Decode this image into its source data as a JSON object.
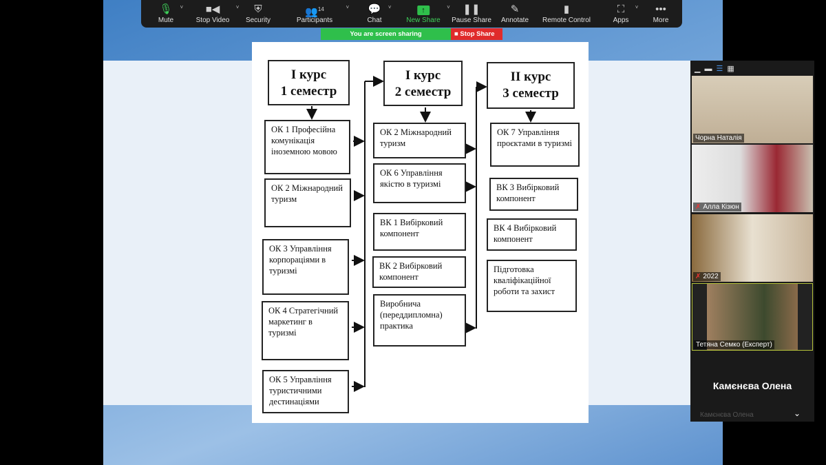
{
  "toolbar": {
    "items": [
      {
        "label": "Mute",
        "icon": "microphone-icon"
      },
      {
        "label": "Stop Video",
        "icon": "video-camera-icon"
      },
      {
        "label": "Security",
        "icon": "shield-icon"
      },
      {
        "label": "Participants",
        "icon": "participants-icon",
        "count": "14"
      },
      {
        "label": "Chat",
        "icon": "chat-icon"
      },
      {
        "label": "New Share",
        "icon": "share-icon"
      },
      {
        "label": "Pause Share",
        "icon": "pause-icon"
      },
      {
        "label": "Annotate",
        "icon": "pencil-icon"
      },
      {
        "label": "Remote Control",
        "icon": "mouse-icon"
      },
      {
        "label": "Apps",
        "icon": "apps-icon"
      },
      {
        "label": "More",
        "icon": "more-icon"
      }
    ]
  },
  "sharing": {
    "status": "You are screen sharing",
    "stop": "Stop Share"
  },
  "diagram": {
    "col1": {
      "header1": "I курс",
      "header2": "1 семестр",
      "boxes": [
        "ОК 1 Професійна комунікація іноземною мовою",
        "ОК 2 Міжнародний туризм",
        "ОК 3 Управління корпораціями в туризмі",
        "ОК 4 Стратегічний маркетинг в туризмі",
        "ОК 5 Управління туристичними дестинаціями"
      ]
    },
    "col2": {
      "header1": "І курс",
      "header2": "2 семестр",
      "boxes": [
        "ОК 2 Міжнародний туризм",
        "ОК 6 Управління якістю в туризмі",
        "ВК 1 Вибірковий компонент",
        "ВК 2 Вибірковий компонент",
        "Виробнича (переддипломна) практика"
      ]
    },
    "col3": {
      "header1": "II курс",
      "header2": "3 семестр",
      "boxes": [
        "ОК 7 Управління проєктами в туризмі",
        "ВК 3 Вибірковий компонент",
        "ВК 4 Вибірковий компонент",
        "Підготовка кваліфікаційної роботи та захист"
      ]
    }
  },
  "participants": {
    "tiles": [
      "Чорна Наталія",
      "Алла Кізюн",
      "2022",
      "Тетяна Семко (Експерт)"
    ],
    "active_name": "Камєнєва Олена",
    "footer_name": "Камєнєва Олена"
  },
  "colors": {
    "toolbar": "#1c1c1c",
    "share_green": "#2fbf4b",
    "stop_red": "#e02b2b"
  }
}
